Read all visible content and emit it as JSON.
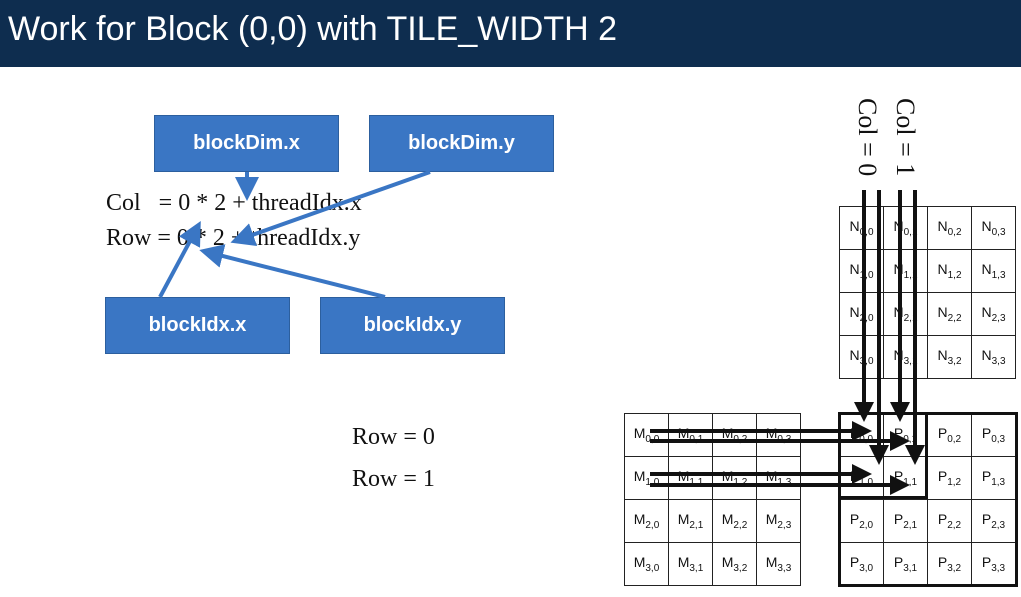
{
  "header": {
    "title": "Work for Block (0,0) with TILE_WIDTH 2"
  },
  "boxes": {
    "block_dim_x": "blockDim.x",
    "block_dim_y": "blockDim.y",
    "block_idx_x": "blockIdx.x",
    "block_idx_y": "blockIdx.y"
  },
  "equations": {
    "col": "Col   = 0 * 2 + threadIdx.x",
    "row": "Row = 0 * 2 + threadIdx.y"
  },
  "row_labels": [
    "Row = 0",
    "Row = 1"
  ],
  "col_labels": [
    "Col = 0",
    "Col = 1"
  ],
  "matrices": {
    "N": "N",
    "M": "M",
    "P": "P"
  },
  "colors": {
    "header_bg": "#0e2d4f",
    "box_fill": "#3a76c4",
    "arrow_blue": "#3a76c4"
  }
}
